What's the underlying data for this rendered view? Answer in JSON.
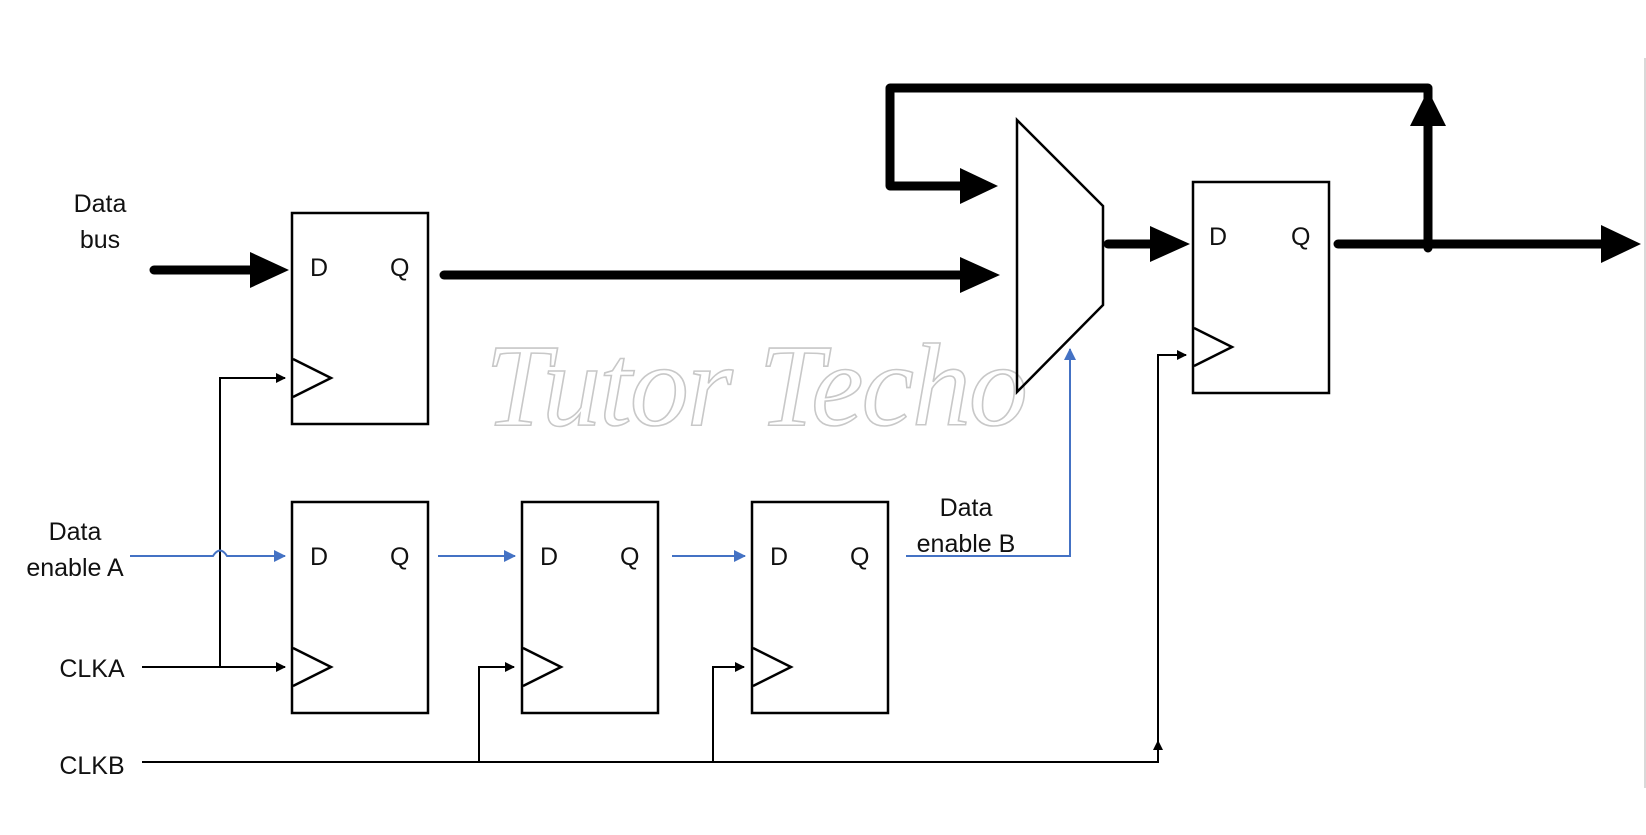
{
  "labels": {
    "data_bus": [
      "Data",
      "bus"
    ],
    "data_enable_a": [
      "Data",
      "enable A"
    ],
    "data_enable_b": [
      "Data",
      "enable B"
    ],
    "clka": "CLKA",
    "clkb": "CLKB"
  },
  "pins": {
    "d": "D",
    "q": "Q"
  },
  "watermark": "Tutor Techo",
  "colors": {
    "line": "#000000",
    "enable_line": "#4472c4",
    "watermark_stroke": "#c8c8c8"
  }
}
